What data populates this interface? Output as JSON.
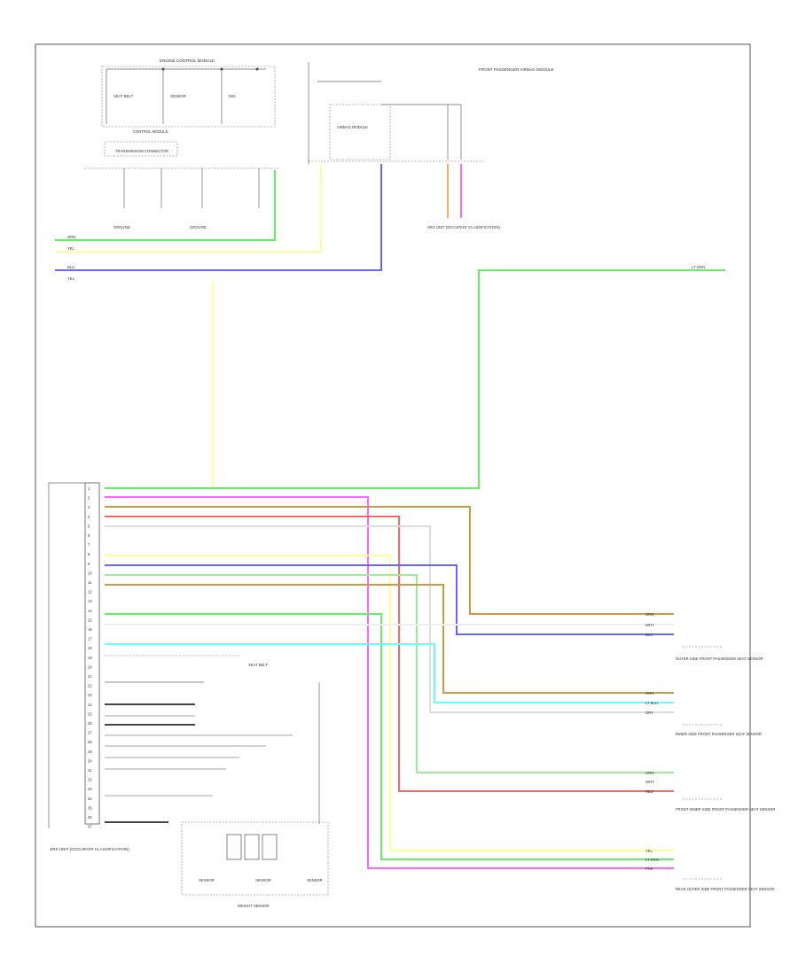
{
  "page": {
    "code": ""
  },
  "colors": {
    "green": "#66ee66",
    "yellow": "#ffff99",
    "blue": "#6666ff",
    "pink": "#ff66ff",
    "tan": "#cc9944",
    "red": "#ff6666",
    "cyan": "#66ffff",
    "lightgreen": "#99ee99",
    "orange": "#ffaa66",
    "gray": "#999999",
    "outline": "#555555"
  },
  "components": {
    "engine_control_module": {
      "label": "ENGINE CONTROL MODULE"
    },
    "control_module_2": {
      "label": "CONTROL MODULE"
    },
    "transmission_connector": {
      "label": "TRANSMISSION CONNECTOR"
    },
    "ground_left": {
      "label": "GROUND"
    },
    "ground_right": {
      "label": "GROUND"
    },
    "front_passenger_airbag_module": {
      "label": "FRONT PASSENGER AIRBAG MODULE"
    },
    "airbag_module_box": {
      "label": "AIRBAG MODULE"
    },
    "srs_unit": {
      "label": "SRS UNIT (OCCUPANT CLASSIFICATION)"
    },
    "weight_sensor": {
      "label": "WEIGHT SENSOR"
    },
    "sensor_labels": [
      "SENSOR",
      "SENSOR",
      "SENSOR"
    ],
    "front_sensors_top": {
      "label": "OUTER SIDE FRONT PASSENGER SEAT SENSOR"
    },
    "front_sensors_mid": {
      "label": "INNER SIDE FRONT PASSENGER SEAT SENSOR"
    },
    "rear_sensors_1": {
      "label": "FRONT INNER SIDE FRONT PASSENGER SEAT SENSOR"
    },
    "rear_sensors_2": {
      "label": "REAR OUTER SIDE FRONT PASSENGER SEAT SENSOR"
    },
    "ecm_sub": [
      "SEAT BELT",
      "SENSOR",
      "IND."
    ]
  },
  "wire_labels": {
    "can_h": "GRN",
    "can_l": "YEL",
    "blu_lt": "BLU",
    "lt_grn": "LT GRN",
    "to_left_1": "GRN",
    "to_left_2": "YEL",
    "to_left_3": "BLU",
    "to_left_4": "YEL"
  },
  "pins": {
    "ecm_rows": [
      "1",
      "2",
      "3",
      "4",
      "5",
      "6",
      "7",
      "8",
      "9",
      "10",
      "11",
      "12",
      "13",
      "14",
      "15",
      "16",
      "17",
      "18",
      "19",
      "20",
      "21",
      "22",
      "23",
      "24",
      "25",
      "26",
      "27",
      "28",
      "29",
      "30",
      "31",
      "32",
      "33",
      "34",
      "35",
      "36",
      "37"
    ],
    "right_group_1": [
      "GRN",
      "WHT",
      "BLU"
    ],
    "right_group_2": [
      "GRN",
      "LT BLU",
      "GRY"
    ],
    "right_group_3": [
      "GRN",
      "WHT",
      "RED"
    ],
    "right_group_4": [
      "YEL",
      "LT GRN",
      "PNK"
    ]
  }
}
